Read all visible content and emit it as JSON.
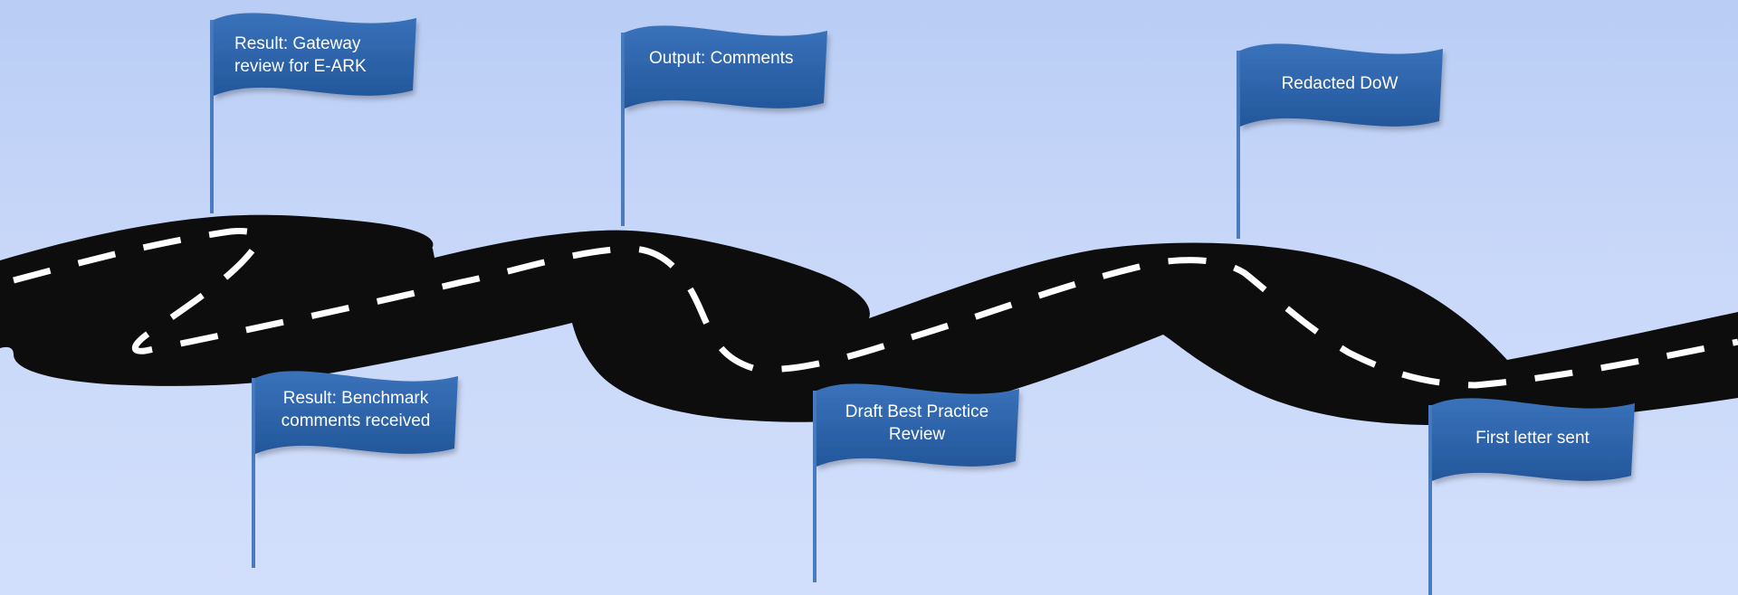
{
  "colors": {
    "sky_top": "#b9cdf5",
    "sky_bottom": "#d2dffc",
    "road": "#0d0d0d",
    "lane_marking": "#ffffff",
    "flag_fill": "#2e63a8",
    "flag_fill_light": "#3f77bf",
    "pole": "#4a7bbf",
    "flag_text": "#ffffff"
  },
  "flags": [
    {
      "id": "gateway",
      "label": "Result: Gateway review for E-ARK",
      "position": "above-road"
    },
    {
      "id": "benchmark",
      "label": "Result: Benchmark comments received",
      "position": "below-road"
    },
    {
      "id": "comments",
      "label": "Output: Comments",
      "position": "above-road"
    },
    {
      "id": "draft",
      "label": "Draft Best Practice Review",
      "position": "below-road"
    },
    {
      "id": "dow",
      "label": "Redacted DoW",
      "position": "above-road"
    },
    {
      "id": "letter",
      "label": "First letter sent",
      "position": "below-road"
    }
  ]
}
